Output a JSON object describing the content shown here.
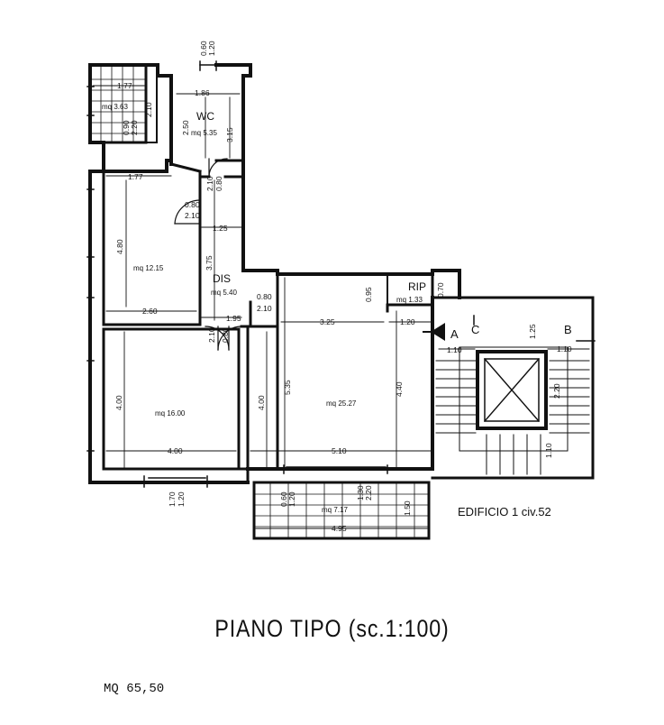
{
  "title": "PIANO TIPO (sc.1:100)",
  "total_area": "MQ 65,50",
  "building_label": "EDIFICIO 1 civ.52",
  "rooms": {
    "balcony_top": "mq 3.63",
    "wc_label": "WC",
    "wc_area": "mq 5.35",
    "bedroom_small": "mq 12.15",
    "dis_label": "DIS",
    "dis_area": "mq 5.40",
    "rip_label": "RIP",
    "rip_area": "mq 1.33",
    "bedroom_large": "mq 16.00",
    "living": "mq 25.27",
    "balcony_bottom": "mq 7.17"
  },
  "stair_labels": {
    "a": "A",
    "b": "B",
    "c": "C"
  },
  "dims": {
    "top_060": "0.60",
    "top_120": "1.20",
    "bal_177": "1.77",
    "bal_210": "2.10",
    "bal_090": "0.90",
    "bal_220": "2.20",
    "wc_186": "1.86",
    "wc_250": "2.50",
    "wc_315": "3.15",
    "door_080a": "0.80",
    "door_210a": "2.10",
    "ls_177": "1.77",
    "ls_480": "4.80",
    "door_080b": "0.80",
    "door_210b": "2.10",
    "dis_125": "1.25",
    "dis_375": "3.75",
    "ls_260": "2.60",
    "door_080c": "0.80",
    "door_210c": "2.10",
    "dis_195": "1.95",
    "door_210d": "2.10",
    "door_080d": "0.80",
    "rip_095": "0.95",
    "rip_070": "0.70",
    "liv_325": "3.25",
    "liv_120": "1.20",
    "liv_535": "5.35",
    "liv_440": "4.40",
    "lb_400v": "4.00",
    "lb_400h": "4.00",
    "liv_400v": "4.00",
    "liv_510": "5.10",
    "win_170": "1.70",
    "win_120": "1.20",
    "bb_060": "0.60",
    "bb_120": "1.20",
    "bb_130": "1.30",
    "bb_220": "2.20",
    "bb_495": "4.95",
    "bb_150": "1.50",
    "st_110a": "1.10",
    "st_125": "1.25",
    "st_110b": "1.10",
    "st_220": "2.20",
    "st_110c": "1.10"
  }
}
